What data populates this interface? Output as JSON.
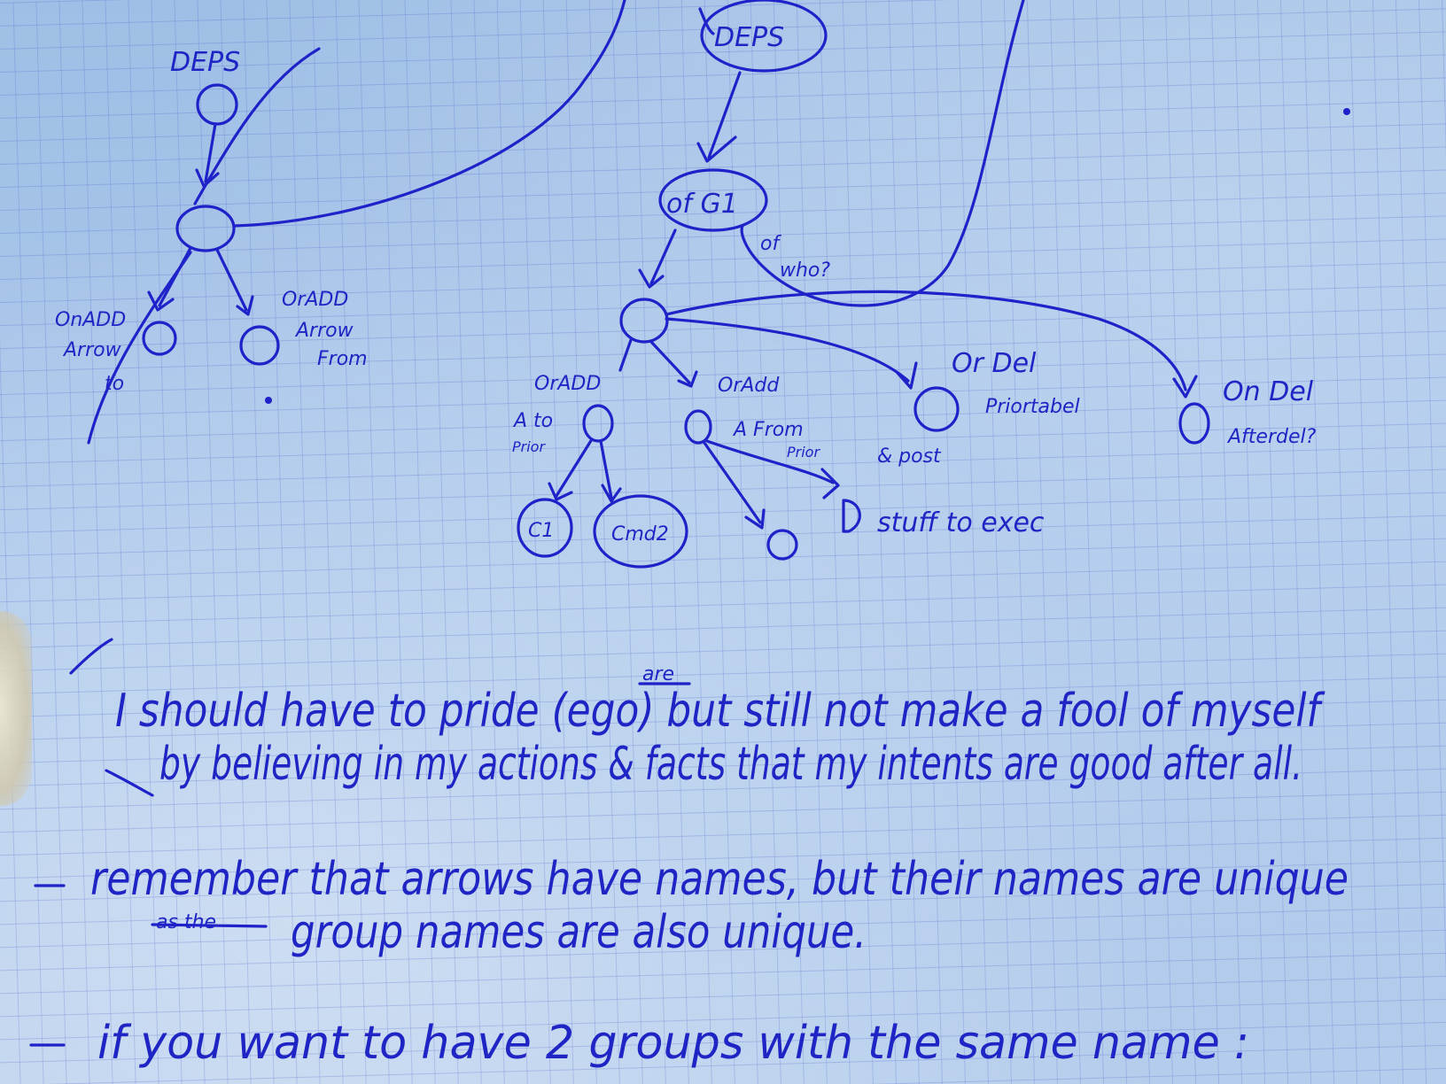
{
  "diagram_left": {
    "root_label": "DEPS",
    "left_leaf_label": [
      "OnADD",
      "Arrow",
      "to"
    ],
    "right_leaf_label": [
      "OrADD",
      "Arrow",
      "From"
    ]
  },
  "diagram_right": {
    "root_label": "DEPS",
    "group_node_label": "of G1",
    "side_note": [
      "of",
      "who?"
    ],
    "branch_1_label": [
      "OrADD",
      "A to",
      "Prior"
    ],
    "branch_2_label": [
      "OrAdd",
      "A From",
      "Prior"
    ],
    "branch_3_label": [
      "Or Del",
      "Priortabel"
    ],
    "branch_4_label": [
      "On Del",
      "Afterdel?"
    ],
    "child_labels": [
      "C1",
      "Cmd2"
    ],
    "extra_label": "& post",
    "exec_note": "stuff to exec"
  },
  "notes": [
    {
      "line1": "I should have to pride (ego) but still not make a fool of myself",
      "struck": "are",
      "line2": "by believing in my actions & facts that my intents are good after all."
    },
    {
      "line1": "remember that arrows have names, but their names are unique",
      "struck": "as the",
      "line2": "group names are also unique."
    },
    {
      "line1": "if you want to have 2 groups with the same name :"
    }
  ]
}
